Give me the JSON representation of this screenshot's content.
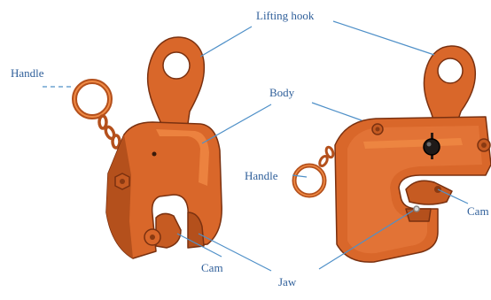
{
  "labels": {
    "lifting_hook": "Lifting hook",
    "handle_left": "Handle",
    "body": "Body",
    "handle_right": "Handle",
    "cam_left": "Cam",
    "jaw": "Jaw",
    "cam_right": "Cam"
  },
  "colors": {
    "clamp_body": "#d9672a",
    "clamp_shadow": "#b4501c",
    "clamp_highlight": "#f08a45",
    "outline": "#7a3110",
    "leader_line": "#4f90c8",
    "label_text": "#2f5f9a"
  }
}
